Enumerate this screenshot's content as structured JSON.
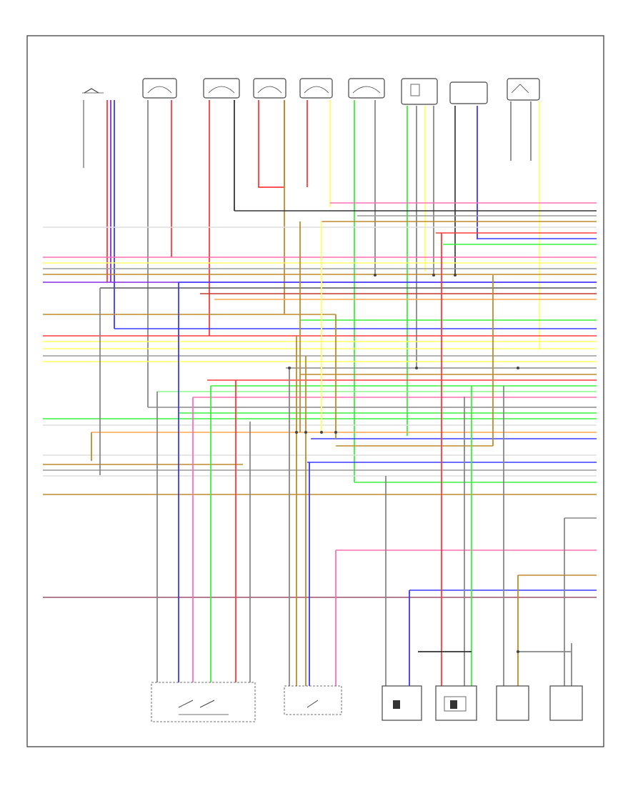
{
  "diagram_id": "",
  "top_components": [
    {
      "name": "comp-1",
      "label": ""
    },
    {
      "name": "comp-2",
      "label": ""
    },
    {
      "name": "comp-3",
      "label": ""
    },
    {
      "name": "comp-4",
      "label": ""
    },
    {
      "name": "comp-5",
      "label": ""
    },
    {
      "name": "comp-6",
      "label": ""
    },
    {
      "name": "comp-7",
      "label": ""
    },
    {
      "name": "comp-8",
      "label": ""
    },
    {
      "name": "comp-9",
      "label": ""
    }
  ],
  "bottom_components": [
    {
      "name": "comp-b1",
      "label": ""
    },
    {
      "name": "comp-b2",
      "label": ""
    },
    {
      "name": "comp-b3",
      "label": ""
    },
    {
      "name": "comp-b4",
      "label": ""
    },
    {
      "name": "comp-b5",
      "label": ""
    },
    {
      "name": "comp-b6",
      "label": ""
    }
  ],
  "wire_colors": {
    "red": "#ff3b3b",
    "pink": "#ff6fb5",
    "blue": "#3a3aff",
    "violet": "#8a2be2",
    "green": "#3cf03c",
    "yellow": "#ffff66",
    "brown": "#c08a2e",
    "gray": "#9a9a9a",
    "black": "#333333",
    "white": "#dddddd",
    "orange": "#ffa64d",
    "light_green": "#8cf58c",
    "light_blue": "#7ab8ff"
  }
}
